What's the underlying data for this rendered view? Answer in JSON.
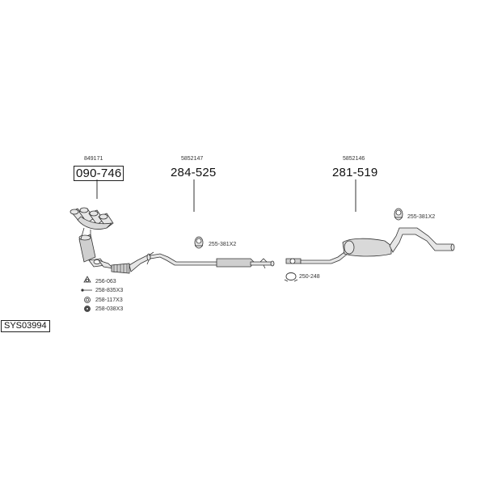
{
  "diagram_code": "SYS03994",
  "assemblies": [
    {
      "oem": "849171",
      "part": "090-746"
    },
    {
      "oem": "5852147",
      "part": "284-525"
    },
    {
      "oem": "5852146",
      "part": "281-519"
    }
  ],
  "accessories": [
    {
      "code": "256-063"
    },
    {
      "code": "258-835X3"
    },
    {
      "code": "258-117X3"
    },
    {
      "code": "258-038X3"
    },
    {
      "code": "255-381X2"
    },
    {
      "code": "250-248"
    },
    {
      "code": "255-381X2"
    }
  ],
  "colors": {
    "line": "#333333",
    "fill": "#e6e6e6",
    "shade": "#cfcfcf"
  }
}
